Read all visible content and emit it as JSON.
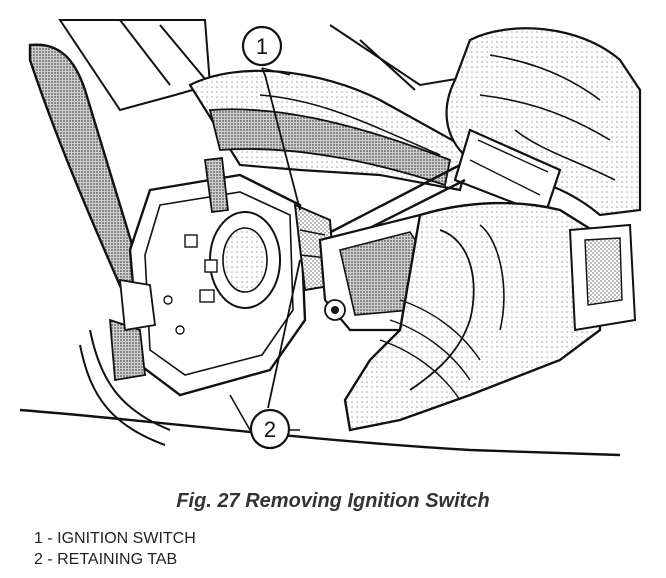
{
  "figure": {
    "caption": "Fig. 27 Removing Ignition Switch",
    "callouts": [
      "1",
      "2"
    ]
  },
  "legend": {
    "items": [
      "1 - IGNITION SWITCH",
      "2 - RETAINING TAB"
    ]
  },
  "colors": {
    "ink": "#111111",
    "caption": "#333333",
    "shading": "#bdbdbd"
  }
}
